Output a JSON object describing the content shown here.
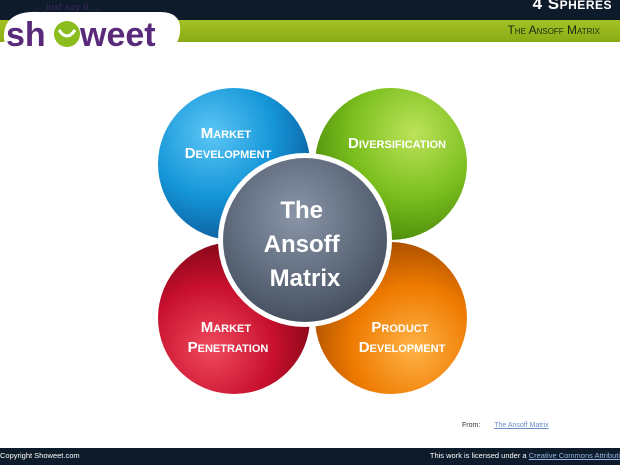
{
  "header": {
    "title": "4 Spheres",
    "subtitle": "The Ansoff Matrix"
  },
  "logo": {
    "text": "showeet",
    "tagline": "... just say it ..."
  },
  "diagram": {
    "center": {
      "line1": "The",
      "line2": "Ansoff",
      "line3": "Matrix",
      "color": "#5b6778"
    },
    "spheres": [
      {
        "id": "market-development",
        "line1": "Market",
        "line2": "Development",
        "color": "#1596d8"
      },
      {
        "id": "diversification",
        "line1": "Diversification",
        "line2": "",
        "color": "#7bbf1e"
      },
      {
        "id": "market-penetration",
        "line1": "Market",
        "line2": "Penetration",
        "color": "#c8102e"
      },
      {
        "id": "product-development",
        "line1": "Product",
        "line2": "Development",
        "color": "#ee7a00"
      }
    ]
  },
  "source": {
    "label": "From:",
    "link_text": "The Ansoff Matrix"
  },
  "footer": {
    "copyright": "Copyright Showeet.com",
    "license_prefix": "This work is licensed under a",
    "license_link": "Creative Commons Attributi"
  }
}
